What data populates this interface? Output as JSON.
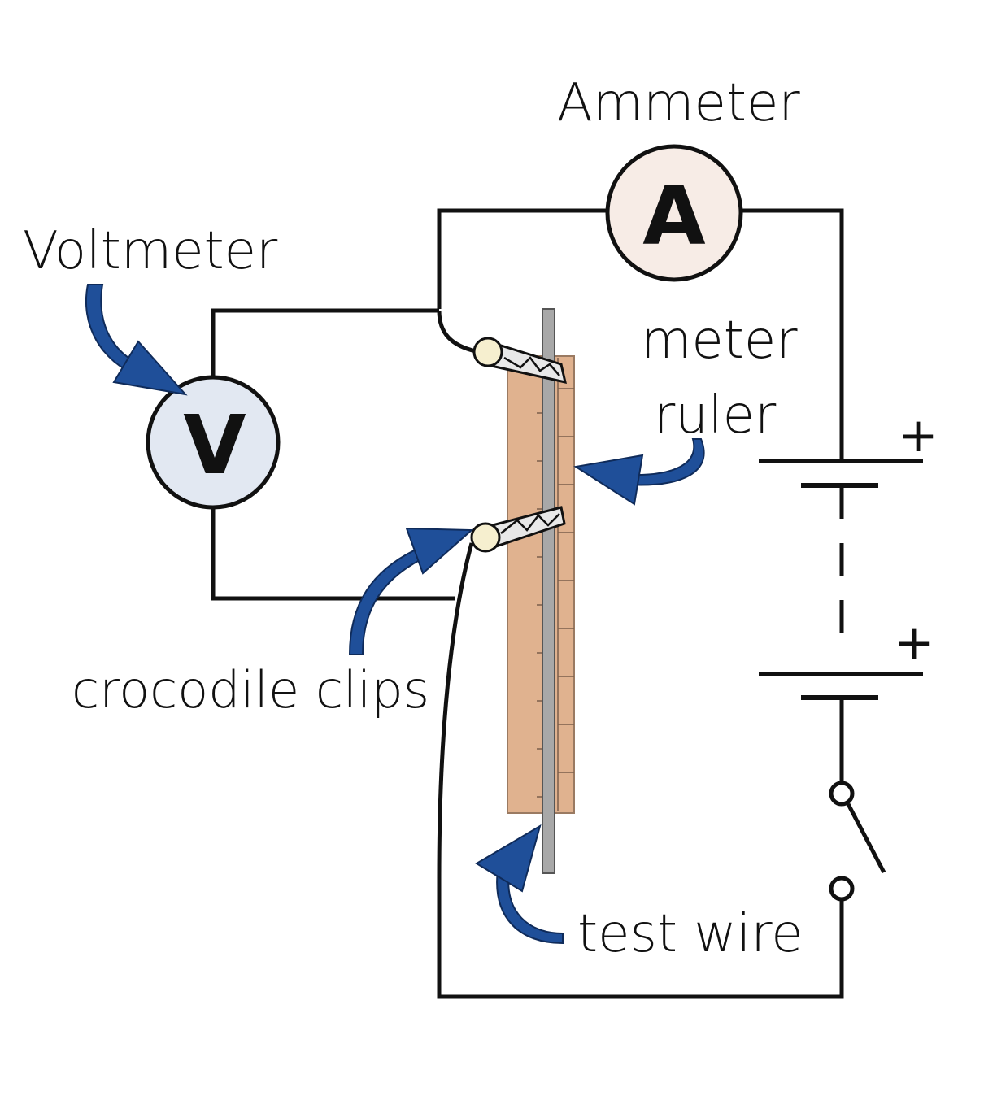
{
  "labels": {
    "ammeter": "Ammeter",
    "voltmeter": "Voltmeter",
    "meter_ruler_line1": "meter",
    "meter_ruler_line2": "ruler",
    "crocodile_clips": "crocodile clips",
    "test_wire": "test wire"
  },
  "meters": {
    "ammeter_symbol": "A",
    "voltmeter_symbol": "V"
  },
  "battery": {
    "cell1_sign": "+",
    "cell2_sign": "+"
  },
  "icons": {
    "ammeter": "ammeter-icon",
    "voltmeter": "voltmeter-icon",
    "switch": "switch-icon",
    "clip": "crocodile-clip-icon",
    "arrow": "arrow-icon"
  },
  "colors": {
    "wire": "#111111",
    "ammeter_fill": "#f7ece6",
    "voltmeter_fill": "#e2e8f2",
    "ruler_fill": "#e0b28f",
    "test_wire_fill": "#a8a8a8",
    "arrow": "#1f4f99",
    "clip_head": "#f6efcf"
  }
}
